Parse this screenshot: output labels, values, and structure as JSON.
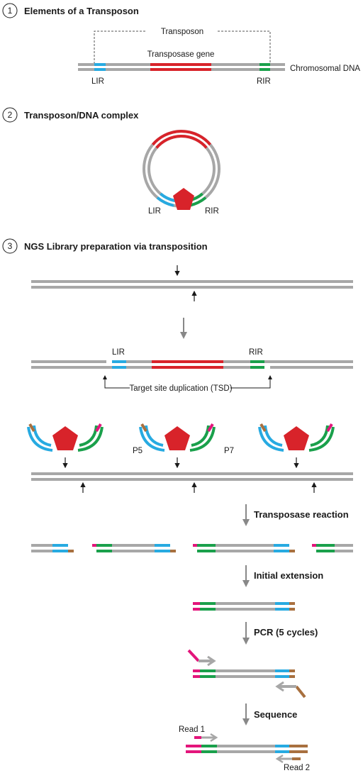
{
  "colors": {
    "dna": "#a7a7a7",
    "transposase": "#d8232a",
    "lir": "#27aae1",
    "rir": "#1aa04b",
    "p5_adapter": "#e3157b",
    "p7_adapter": "#a8703f",
    "arrow": "#1a1a1a",
    "step_arrow": "#888888"
  },
  "icons": {
    "enzyme": "red-pentagon",
    "cut_marker": "black-arrow",
    "flow": "gray-down-arrow",
    "primer": "hooked-arrow"
  },
  "section1": {
    "number": "1",
    "title": "Elements of a Transposon",
    "bracket_label": "Transposon",
    "gene_label": "Transposase gene",
    "dna_label": "Chromosomal DNA",
    "lir_label": "LIR",
    "rir_label": "RIR"
  },
  "section2": {
    "number": "2",
    "title": "Transposon/DNA complex",
    "lir_label": "LIR",
    "rir_label": "RIR"
  },
  "section3": {
    "number": "3",
    "title": "NGS Library preparation via transposition",
    "lir_label": "LIR",
    "rir_label": "RIR",
    "tsd_label": "Target site duplication (TSD)",
    "p5_label": "P5",
    "p7_label": "P7",
    "steps": {
      "transposase_reaction": "Transposase reaction",
      "initial_extension": "Initial extension",
      "pcr": "PCR (5 cycles)",
      "sequence": "Sequence"
    },
    "read1_label": "Read 1",
    "read2_label": "Read 2"
  }
}
